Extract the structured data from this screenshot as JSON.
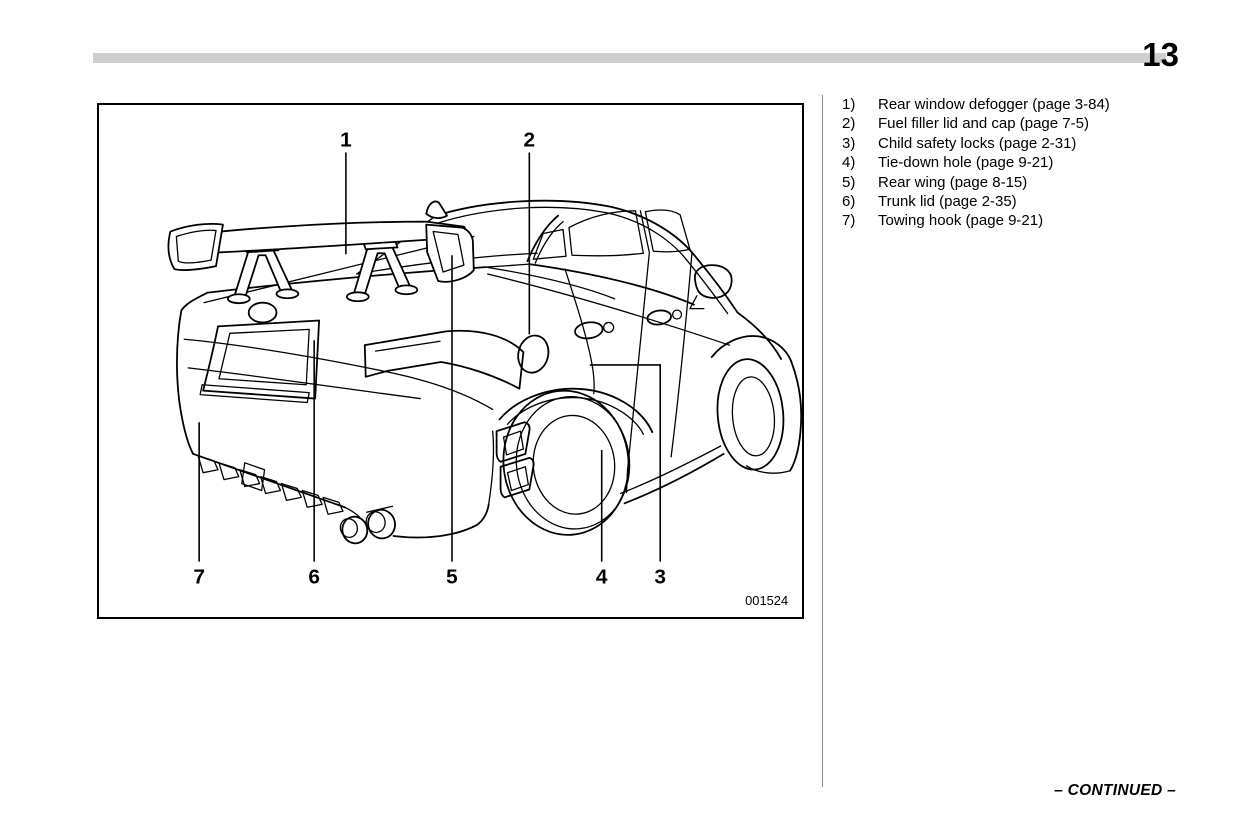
{
  "page": {
    "number": "13",
    "continued": "– CONTINUED –"
  },
  "colors": {
    "ink": "#000000",
    "header_rule_gray": "#cfcfcf",
    "column_divider_gray": "#8c8c8c"
  },
  "figure": {
    "figure_id": "001524",
    "description": "Rear three-quarter line drawing of sedan with large rear wing",
    "callouts": [
      {
        "num": "1"
      },
      {
        "num": "2"
      },
      {
        "num": "7"
      },
      {
        "num": "6"
      },
      {
        "num": "5"
      },
      {
        "num": "4"
      },
      {
        "num": "3"
      }
    ]
  },
  "parts_list": {
    "items": [
      {
        "num": "1)",
        "label": "Rear window defogger (page 3-84)"
      },
      {
        "num": "2)",
        "label": "Fuel filler lid and cap (page 7-5)"
      },
      {
        "num": "3)",
        "label": "Child safety locks (page 2-31)"
      },
      {
        "num": "4)",
        "label": "Tie-down hole (page 9-21)"
      },
      {
        "num": "5)",
        "label": "Rear wing (page 8-15)"
      },
      {
        "num": "6)",
        "label": "Trunk lid (page 2-35)"
      },
      {
        "num": "7)",
        "label": "Towing hook (page 9-21)"
      }
    ]
  }
}
